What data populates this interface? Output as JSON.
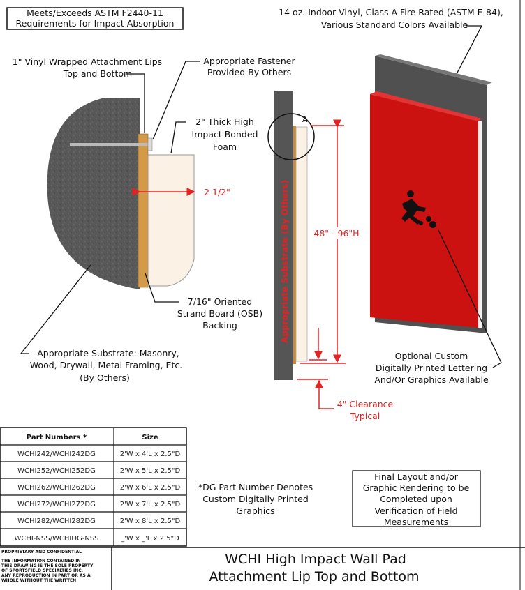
{
  "header": {
    "standard_box": [
      "Meets/Exceeds ASTM F2440-11",
      "Requirements for Impact Absorption"
    ],
    "vinyl_note": [
      "14 oz. Indoor Vinyl, Class A Fire Rated (ASTM E-84),",
      "Various Standard Colors Available"
    ]
  },
  "section_detail": {
    "lips_label": [
      "1\" Vinyl Wrapped Attachment Lips",
      "Top and Bottom"
    ],
    "fastener_label": [
      "Appropriate Fastener",
      "Provided By Others"
    ],
    "foam_label": [
      "2\" Thick High",
      "Impact Bonded",
      "Foam"
    ],
    "thickness_dim": "2 1/2\"",
    "osb_label": [
      "7/16\" Oriented",
      "Strand Board (OSB)",
      "Backing"
    ],
    "substrate_label": [
      "Appropriate Substrate: Masonry,",
      "Wood, Drywall, Metal Framing, Etc.",
      "(By Others)"
    ]
  },
  "side_view": {
    "substrate_vertical": "Appropriate Substrate (By Others)",
    "detail_marker": "A",
    "height_dim": "48\" - 96\"H",
    "clearance_label": [
      "4\" Clearance",
      "Typical"
    ]
  },
  "iso_view": {
    "lettering_label": [
      "Optional Custom",
      "Digitally Printed Lettering",
      "And/Or Graphics Available"
    ],
    "graphic_icon": "runner-figure-icon"
  },
  "parts_table": {
    "headers": [
      "Part Numbers *",
      "Size"
    ],
    "rows": [
      [
        "WCHI242/WCHI242DG",
        "2'W x 4'L x 2.5\"D"
      ],
      [
        "WCHI252/WCHI252DG",
        "2'W x 5'L x 2.5\"D"
      ],
      [
        "WCHI262/WCHI262DG",
        "2'W x 6'L x 2.5\"D"
      ],
      [
        "WCHI272/WCHI272DG",
        "2'W x 7'L x 2.5\"D"
      ],
      [
        "WCHI282/WCHI282DG",
        "2'W x 8'L x 2.5\"D"
      ],
      [
        "WCHI-NSS/WCHIDG-NSS",
        "_'W x _'L x 2.5\"D"
      ]
    ]
  },
  "dg_note": [
    "*DG Part Number Denotes",
    "Custom Digitally Printed",
    "Graphics"
  ],
  "layout_note": [
    "Final Layout and/or",
    "Graphic Rendering to be",
    "Completed upon",
    "Verification of Field",
    "Measurements"
  ],
  "proprietary": {
    "heading": "PROPRIETARY AND CONFIDENTIAL",
    "lines": [
      "THE INFORMATION CONTAINED IN",
      "THIS DRAWING IS THE SOLE PROPERTY",
      "OF SPORTSFIELD SPECIALTIES INC.",
      "ANY REPRODUCTION IN PART OR AS A",
      "WHOLE WITHOUT THE WRITTEN"
    ]
  },
  "title_block": [
    "WCHI High Impact Wall Pad",
    "Attachment Lip Top and Bottom"
  ],
  "colors": {
    "pad_red": "#cc1111",
    "dimension_red": "#e52222",
    "substrate_gray": "#555555",
    "osb": "#d49a48",
    "foam": "#fbf1e4"
  }
}
